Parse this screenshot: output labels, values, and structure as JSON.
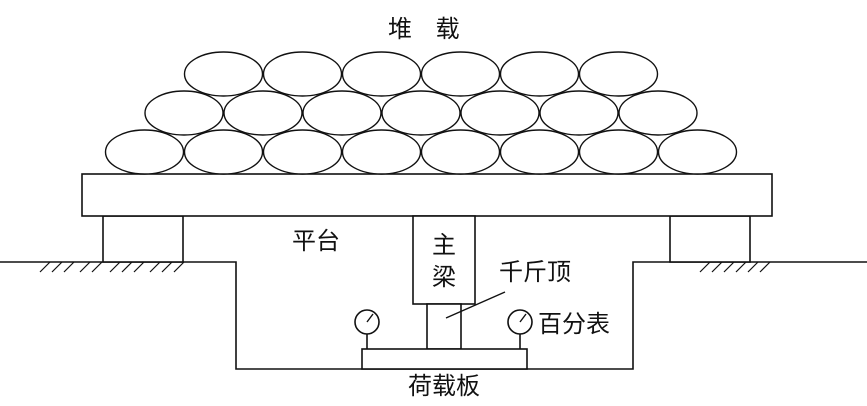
{
  "labels": {
    "stacked_load": "堆 载",
    "platform": "平台",
    "main_beam": "主 梁",
    "jack": "千斤顶",
    "dial_gauge": "百分表",
    "load_plate": "荷载板"
  },
  "stack": {
    "rows": [
      6,
      7,
      8
    ]
  },
  "colors": {
    "stroke": "#111111",
    "fill": "#ffffff",
    "text": "#111111"
  }
}
